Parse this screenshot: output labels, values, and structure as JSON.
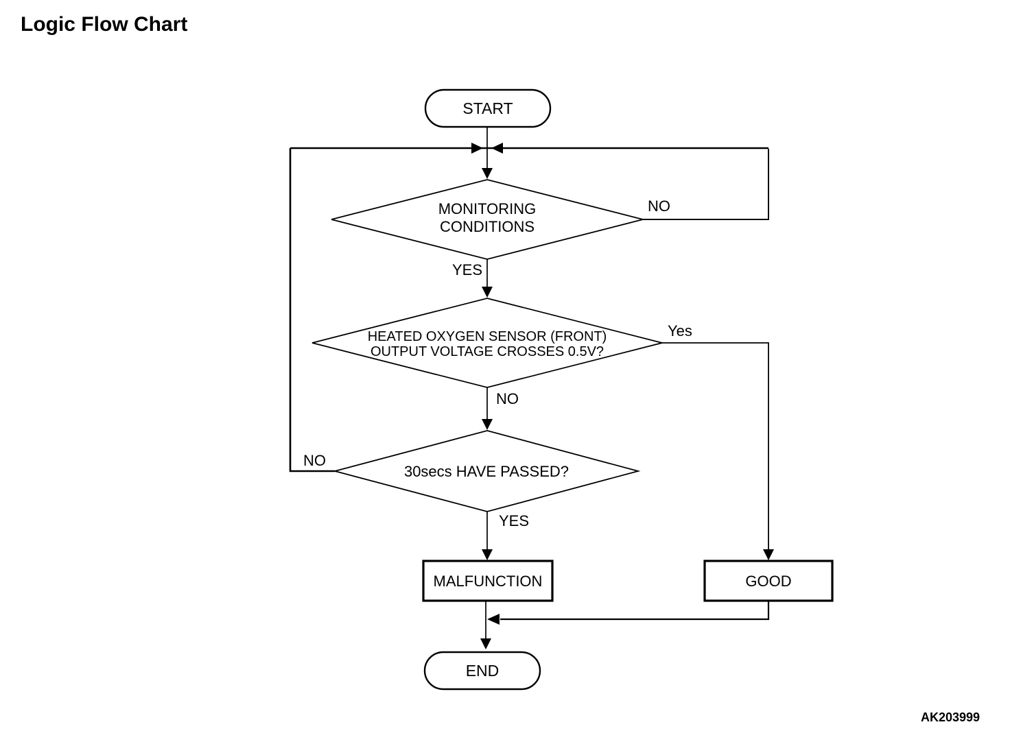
{
  "page": {
    "title": "Logic Flow Chart",
    "figure_code": "AK203999"
  },
  "flowchart": {
    "start": {
      "label": "START"
    },
    "decision_monitoring": {
      "line1": "MONITORING",
      "line2": "CONDITIONS",
      "no_label": "NO",
      "yes_label": "YES"
    },
    "decision_sensor": {
      "line1": "HEATED OXYGEN SENSOR (FRONT)",
      "line2": "OUTPUT VOLTAGE CROSSES 0.5V?",
      "yes_label": "Yes",
      "no_label": "NO"
    },
    "decision_timer": {
      "label": "30secs HAVE PASSED?",
      "no_label": "NO",
      "yes_label": "YES"
    },
    "process_malfunction": {
      "label": "MALFUNCTION"
    },
    "process_good": {
      "label": "GOOD"
    },
    "end": {
      "label": "END"
    }
  }
}
